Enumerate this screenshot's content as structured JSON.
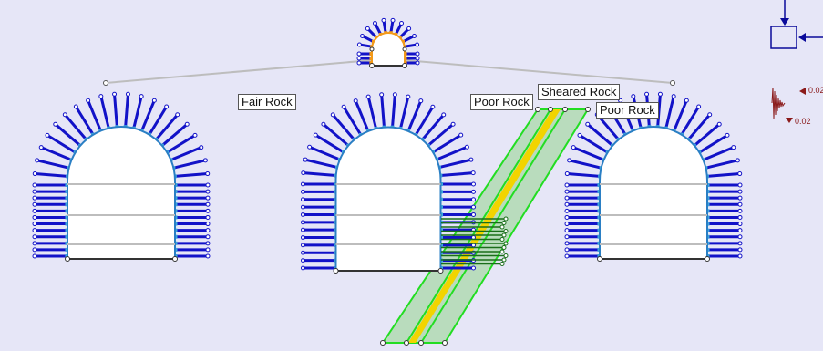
{
  "labels": {
    "fair_rock": "Fair Rock",
    "poor_rock_left": "Poor Rock",
    "sheared_rock": "Sheared Rock",
    "poor_rock_right": "Poor Rock"
  },
  "history_plot": {
    "max_value": "0.02",
    "min_value": "0.02"
  },
  "colors": {
    "background": "#e6e6f7",
    "bolt": "#1212c8",
    "bolt_anchor": "#3aa7df",
    "tunnel_fill": "#ffffff",
    "shear_zone_fill": "#a9d8a9",
    "shear_zone_edge": "#22dd22",
    "sheared_core": "#f2d400",
    "history_line": "#8b1a1a",
    "icon_blue": "#0a0a9a"
  },
  "icons": [
    "boundary-condition-icon",
    "history-plot-icon"
  ]
}
